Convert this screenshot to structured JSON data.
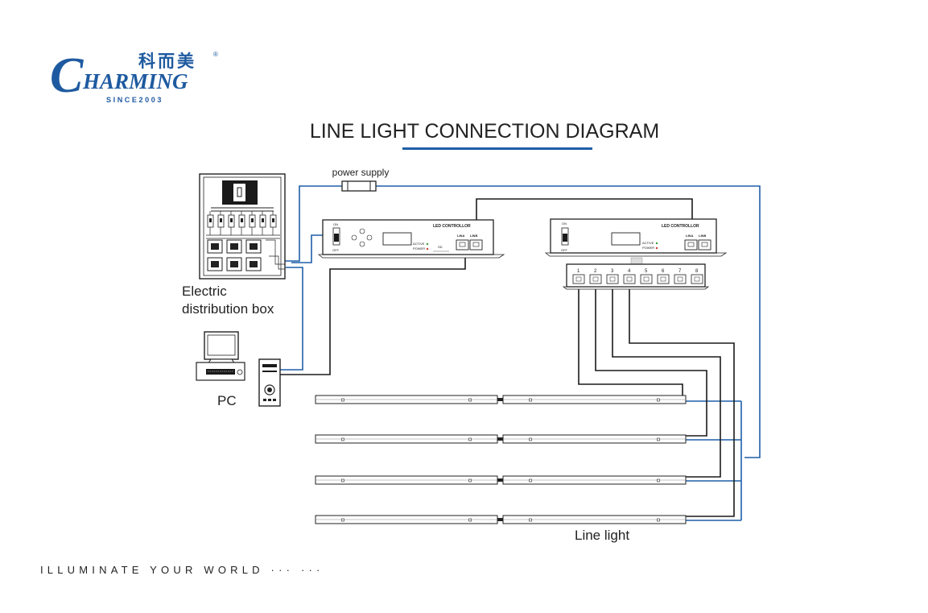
{
  "logo": {
    "chinese": "科而美",
    "brand": "HARMING",
    "initial": "C",
    "registered": "®",
    "since": "SINCE2003"
  },
  "title": "LINE LIGHT CONNECTION DIAGRAM",
  "colors": {
    "accent_blue": "#1f5fa8",
    "logo_blue": "#1e5aa0",
    "line_black": "#1a1a1a"
  },
  "labels": {
    "power_supply": "power supply",
    "distribution_box_line1": "Electric",
    "distribution_box_line2": "distribution box",
    "pc": "PC",
    "line_light": "Line light"
  },
  "controller_1": {
    "title": "LED CONTROLLOR",
    "on": "ON",
    "off": "OFF",
    "active": "ACTIVE",
    "power": "POWER",
    "sd": "SD",
    "line_a": "LINA",
    "line_b": "LINB"
  },
  "controller_2": {
    "title": "LED CONTROLLOR",
    "on": "ON",
    "off": "OFF",
    "active": "ACTIVE",
    "power": "POWER",
    "line_a": "LINA",
    "line_b": "LINB"
  },
  "switch_ports": [
    "1",
    "2",
    "3",
    "4",
    "5",
    "6",
    "7",
    "8"
  ],
  "footer": "ILLUMINATE YOUR WORLD ··· ···"
}
